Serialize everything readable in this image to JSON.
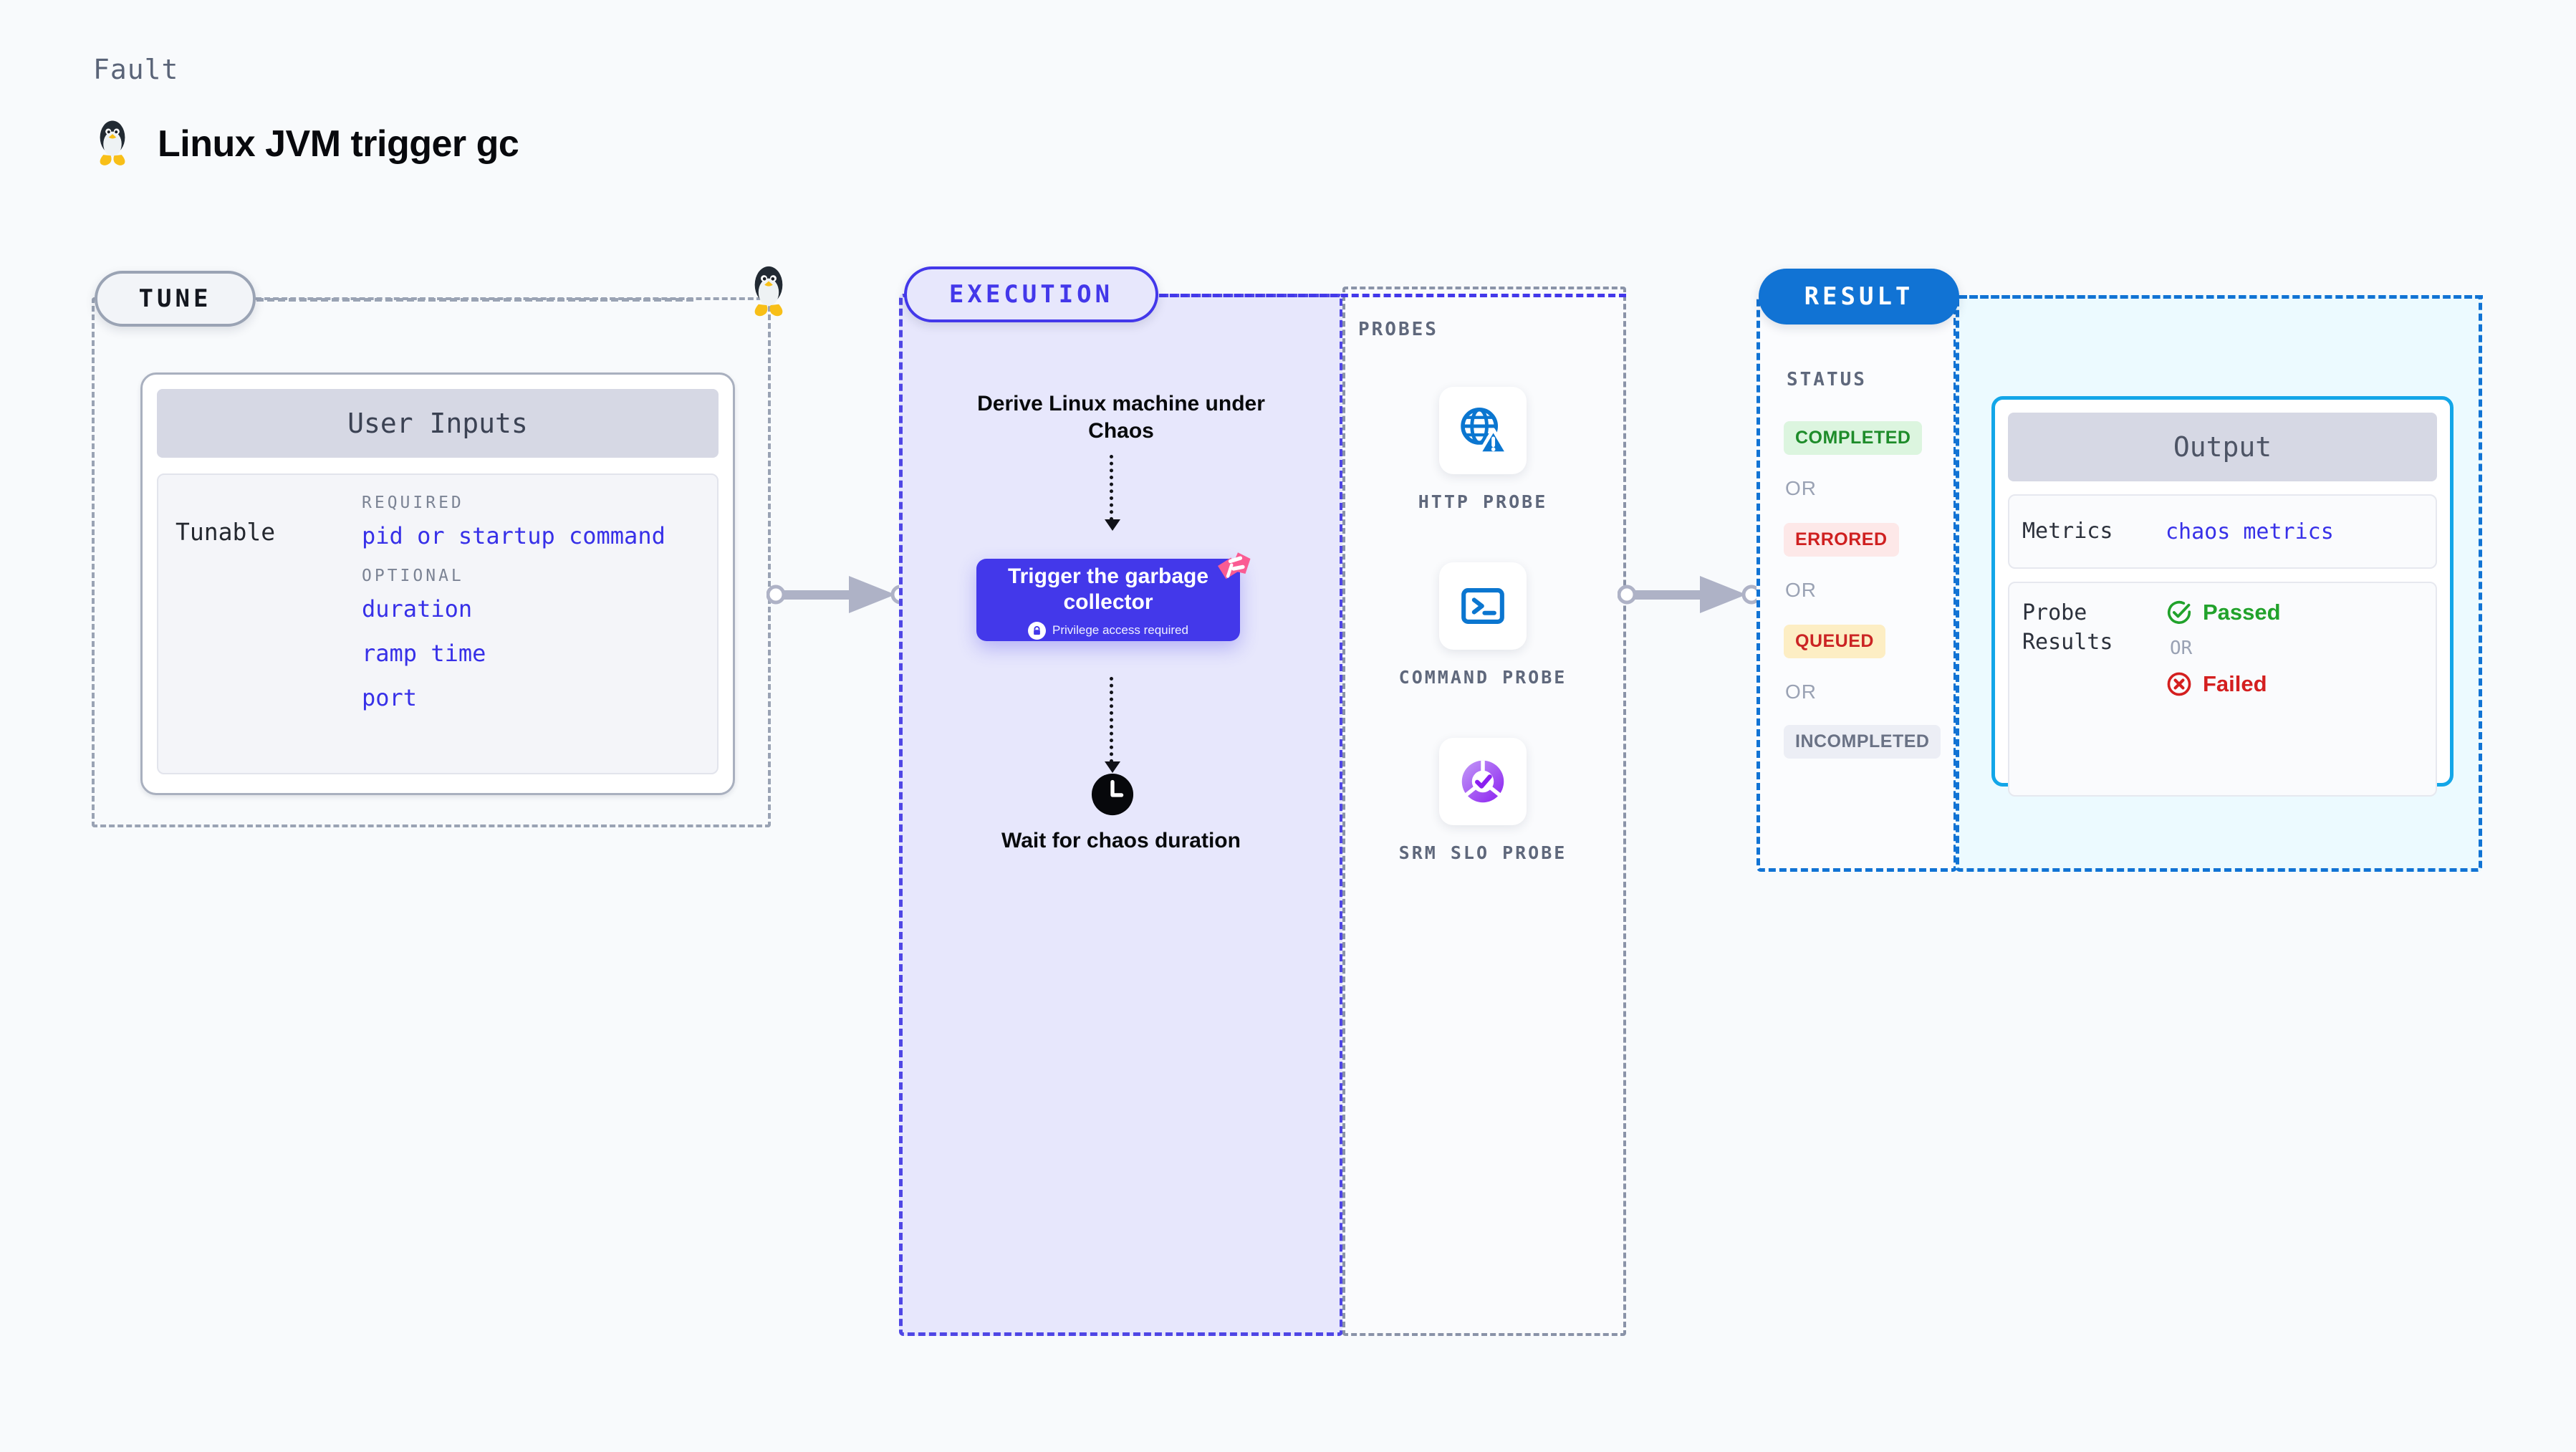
{
  "header": {
    "kicker": "Fault",
    "title": "Linux JVM trigger gc",
    "icon": "linux-penguin-icon"
  },
  "stages": {
    "tune": {
      "pill_label": "TUNE"
    },
    "execution": {
      "pill_label": "EXECUTION"
    },
    "result": {
      "pill_label": "RESULT"
    }
  },
  "tune": {
    "card_title": "User Inputs",
    "row_label": "Tunable",
    "groups": [
      {
        "label": "REQUIRED",
        "items": [
          "pid or startup command"
        ]
      },
      {
        "label": "OPTIONAL",
        "items": [
          "duration",
          "ramp time",
          "port"
        ]
      }
    ]
  },
  "execution": {
    "step_derive": "Derive Linux machine under Chaos",
    "trigger": {
      "title": "Trigger the garbage collector",
      "privilege_note": "Privilege access required",
      "lock_icon": "lock-icon",
      "badge_icon": "chaos-logo-icon",
      "color": "#4338ea"
    },
    "step_wait": "Wait for chaos duration",
    "clock_icon": "clock-icon"
  },
  "probes": {
    "section_label": "PROBES",
    "items": [
      {
        "caption": "HTTP PROBE",
        "icon": "globe-warning-icon",
        "color": "#0b76d0"
      },
      {
        "caption": "COMMAND PROBE",
        "icon": "terminal-icon",
        "color": "#0b76d0"
      },
      {
        "caption": "SRM SLO PROBE",
        "icon": "srm-slo-icon",
        "color": "#8b3ff0"
      }
    ]
  },
  "result": {
    "status_label": "STATUS",
    "or_label": "OR",
    "statuses": [
      {
        "label": "COMPLETED",
        "bg": "#dcf5df",
        "fg": "#1e8c2a"
      },
      {
        "label": "ERRORED",
        "bg": "#fde8e8",
        "fg": "#cf2020"
      },
      {
        "label": "QUEUED",
        "bg": "#fdeec4",
        "fg": "#cb2424"
      },
      {
        "label": "INCOMPLETED",
        "bg": "#eceef5",
        "fg": "#6a7285"
      }
    ],
    "output": {
      "card_title": "Output",
      "metrics_key": "Metrics",
      "metrics_value": "chaos metrics",
      "probe_results_key": "Probe Results",
      "passed_label": "Passed",
      "failed_label": "Failed",
      "or_label": "OR",
      "passed_icon": "check-circle-icon",
      "failed_icon": "x-circle-icon"
    }
  }
}
